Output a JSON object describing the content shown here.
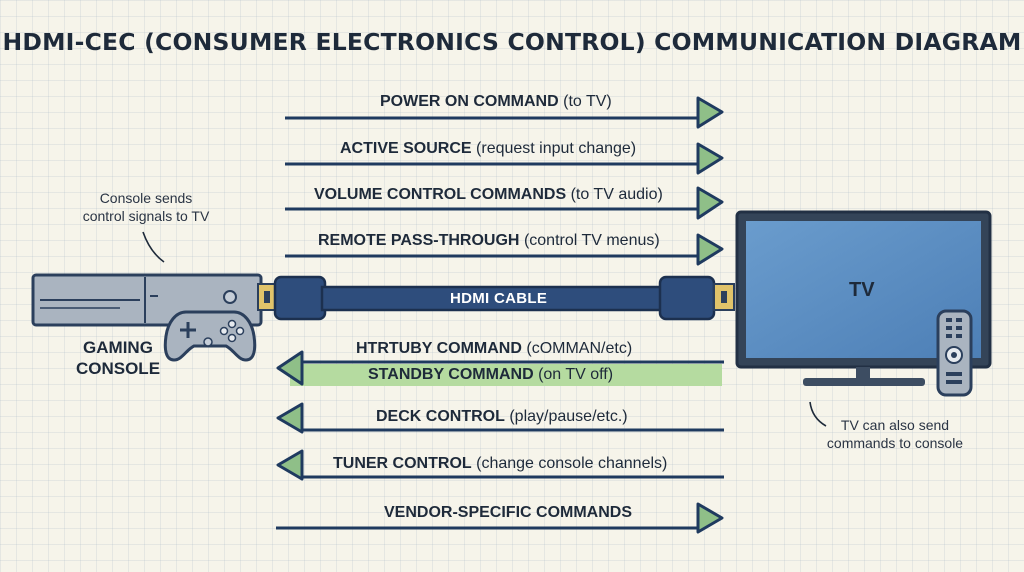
{
  "title": "HDMI-CEC (CONSUMER ELECTRONICS CONTROL) COMMUNICATION DIAGRAM",
  "devices": {
    "console_label_line1": "GAMING",
    "console_label_line2": "CONSOLE",
    "tv_label": "TV",
    "cable_label": "HDMI CABLE"
  },
  "notes": {
    "console_line1": "Console sends",
    "console_line2": "control signals to TV",
    "tv_line1": "TV can also send",
    "tv_line2": "commands to console"
  },
  "commands_to_tv": [
    {
      "bold": "POWER ON COMMAND",
      "detail": "(to TV)"
    },
    {
      "bold": "ACTIVE SOURCE",
      "detail": "(request input change)"
    },
    {
      "bold": "VOLUME CONTROL COMMANDS",
      "detail": "(to TV audio)"
    },
    {
      "bold": "REMOTE PASS-THROUGH",
      "detail": "(control TV menus)"
    }
  ],
  "commands_to_console": [
    {
      "bold": "HTRTUBY COMMAND",
      "detail": "(cOMMAN/etc)"
    },
    {
      "bold": "STANDBY COMMAND",
      "detail": "(on TV off)"
    },
    {
      "bold": "DECK CONTROL",
      "detail": "(play/pause/etc.)"
    },
    {
      "bold": "TUNER CONTROL",
      "detail": "(change console channels)"
    }
  ],
  "vendor_command": {
    "bold": "VENDOR-SPECIFIC COMMANDS",
    "detail": ""
  },
  "colors": {
    "background": "#f6f4ea",
    "arrow_line": "#1f3a5f",
    "arrow_head_fill": "#8fbf88",
    "highlight": "#b5dba0",
    "cable": "#2e4d7c",
    "tv_screen": "#5b8fc4",
    "console_body": "#aab4c0"
  }
}
